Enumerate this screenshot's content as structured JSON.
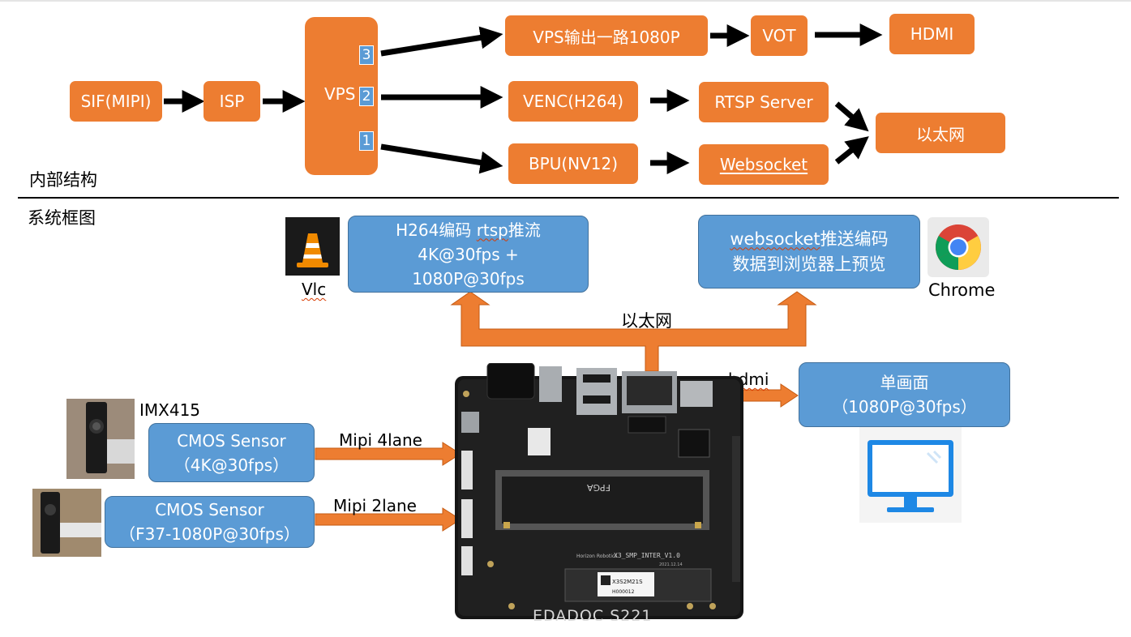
{
  "colors": {
    "orange": "#ed7d31",
    "blue": "#5b9bd5",
    "black": "#000000",
    "divider": "#000000"
  },
  "internal": {
    "section_label": "内部结构",
    "sif": "SIF(MIPI)",
    "isp": "ISP",
    "vps": "VPS",
    "ports": [
      "3",
      "2",
      "1"
    ],
    "vps_out": "VPS输出一路1080P",
    "vot": "VOT",
    "hdmi": "HDMI",
    "venc": "VENC(H264)",
    "rtsp": "RTSP Server",
    "bpu": "BPU(NV12)",
    "websocket": "Websocket",
    "ethernet": "以太网"
  },
  "system": {
    "section_label": "系统框图",
    "vlc": {
      "label": "Vlc",
      "icon": "vlc-cone-icon"
    },
    "chrome": {
      "label": "Chrome",
      "icon": "chrome-logo-icon"
    },
    "h264_box": {
      "line1": "H264编码 rtsp推流",
      "line1_a": "H264编码 ",
      "line1_b": "rtsp",
      "line1_c": "推流",
      "line2": "4K@30fps +",
      "line3": "1080P@30fps"
    },
    "ws_box": {
      "line1_a": "websocket",
      "line1_b": "推送编码",
      "line2": "数据到浏览器上预览"
    },
    "ethernet": "以太网",
    "hdmi": "hdmi",
    "display_box": {
      "line1": "单画面",
      "line2": "（1080P@30fps）"
    },
    "monitor_icon": "monitor-icon",
    "imx_label": "IMX415",
    "sensor1": {
      "line1": "CMOS Sensor",
      "line2": "（4K@30fps）"
    },
    "sensor2": {
      "line1": "CMOS Sensor",
      "line2": "（F37-1080P@30fps）"
    },
    "mipi4": "Mipi 4lane",
    "mipi2": "Mipi 2lane",
    "board": {
      "icon": "dev-board-image",
      "silk_fpga": "FPGA",
      "silk_logo": "Horizon Robotics",
      "silk_model": "X3_SMP_INTER_V1.0",
      "silk_date": "2021.12.14",
      "silk_sticker1": "X3S2M21S",
      "silk_sticker2": "H000012",
      "silk_brand": "EDADOC S221"
    }
  }
}
